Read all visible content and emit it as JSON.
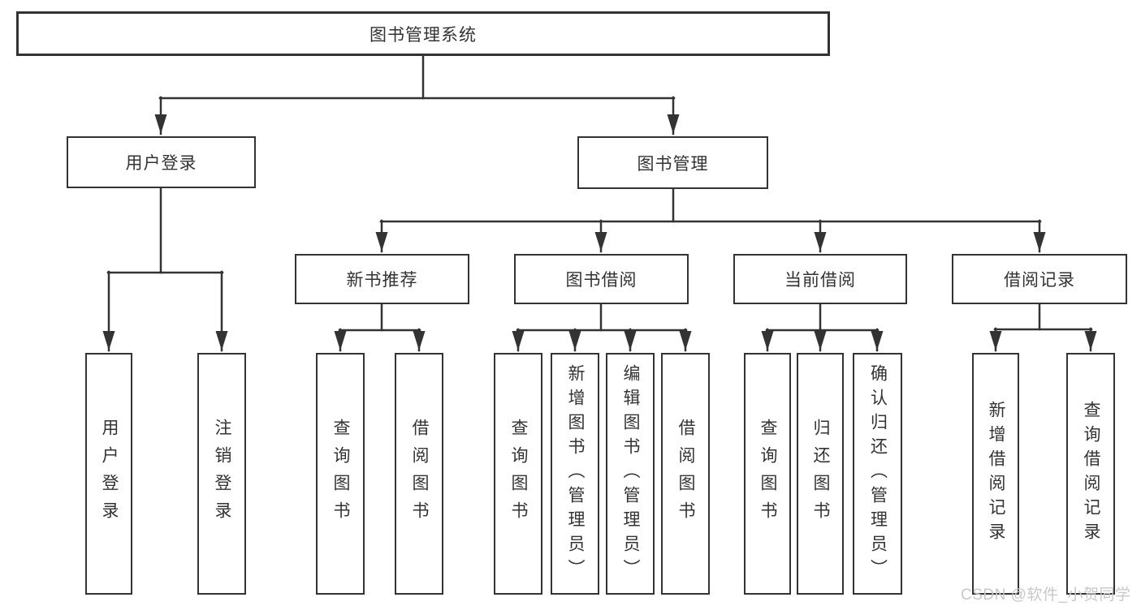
{
  "diagram": {
    "root": "图书管理系统",
    "level2": [
      "用户登录",
      "图书管理"
    ],
    "level3": [
      "新书推荐",
      "图书借阅",
      "当前借阅",
      "借阅记录"
    ],
    "leaves": {
      "user_login": [
        "用户登录",
        "注销登录"
      ],
      "new_book": [
        "查询图书",
        "借阅图书"
      ],
      "book_borrow": [
        "查询图书",
        "新增图书（管理员）",
        "编辑图书（管理员）",
        "借阅图书"
      ],
      "current_borrow": [
        "查询图书",
        "归还图书",
        "确认归还（管理员）"
      ],
      "borrow_records": [
        "新增借阅记录",
        "查询借阅记录"
      ]
    }
  },
  "watermark": "CSDN @软件_小贺同学",
  "colors": {
    "line": "#333333",
    "text": "#333333",
    "background": "#ffffff",
    "watermark": "#c8c8c8"
  }
}
